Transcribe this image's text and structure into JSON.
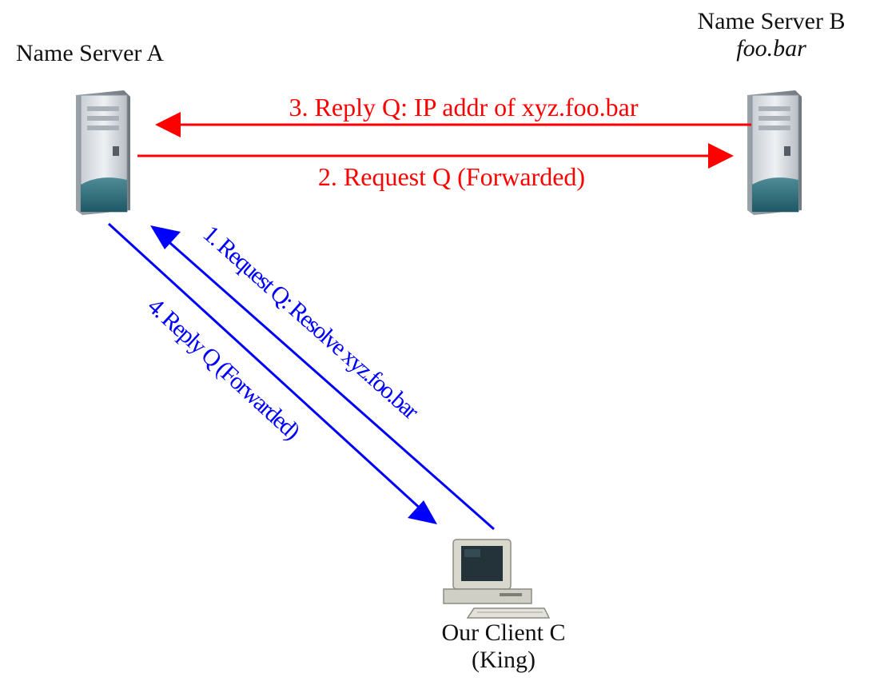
{
  "nodes": {
    "server_a": {
      "name": "Name Server A"
    },
    "server_b": {
      "name": "Name Server B",
      "domain": "foo.bar"
    },
    "client_c": {
      "name": "Our Client C",
      "alias": "(King)"
    }
  },
  "messages": [
    {
      "label": "1. Request Q: Resolve xyz.foo.bar",
      "color": "#0000ff"
    },
    {
      "label": "2. Request Q (Forwarded)",
      "color": "#ff0000"
    },
    {
      "label": "3. Reply Q: IP addr of xyz.foo.bar",
      "color": "#ff0000"
    },
    {
      "label": "4. Reply Q (Forwarded)",
      "color": "#0000ff"
    }
  ],
  "icons": {
    "server_a": "server-tower-icon",
    "server_b": "server-tower-icon",
    "client_c": "desktop-computer-icon"
  }
}
